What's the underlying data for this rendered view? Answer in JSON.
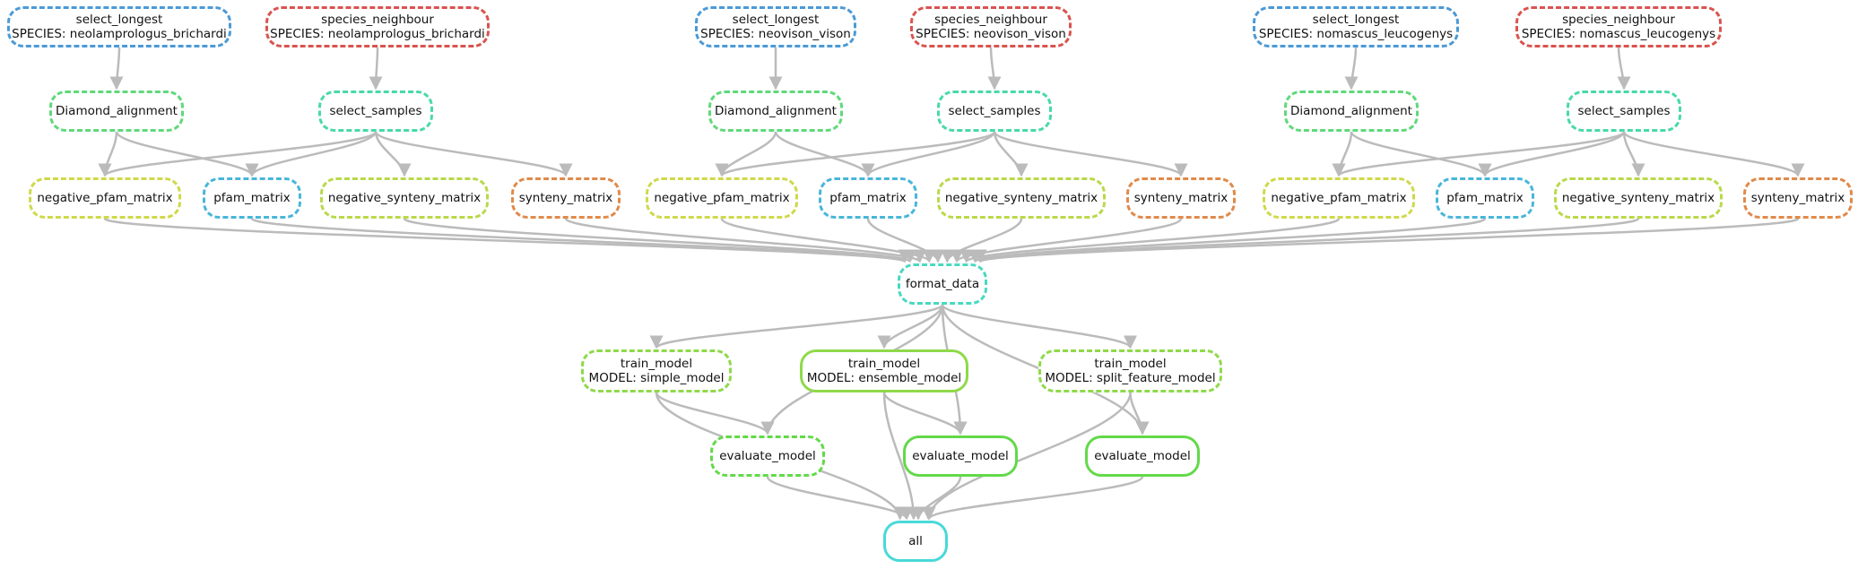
{
  "colors": {
    "select_longest": "#4b9ad6",
    "species_neighbour": "#d9534f",
    "Diamond_alignment": "#5fd97a",
    "select_samples": "#48d9a6",
    "negative_pfam_matrix": "#cfd94a",
    "pfam_matrix": "#48b6d9",
    "negative_synteny_matrix": "#b9d94a",
    "synteny_matrix": "#e08a4a",
    "format_data": "#48d9c0",
    "train_model": "#8fd94a",
    "evaluate_model": "#63d94a",
    "all": "#48d9d9",
    "edge": "#bbbbbb"
  },
  "nodes": [
    {
      "id": "sl1",
      "rule": "select_longest",
      "style": "dashed",
      "line1": "select_longest",
      "line2": "SPECIES: neolamprologus_brichardi"
    },
    {
      "id": "sn1",
      "rule": "species_neighbour",
      "style": "dashed",
      "line1": "species_neighbour",
      "line2": "SPECIES: neolamprologus_brichardi"
    },
    {
      "id": "sl2",
      "rule": "select_longest",
      "style": "dashed",
      "line1": "select_longest",
      "line2": "SPECIES: neovison_vison"
    },
    {
      "id": "sn2",
      "rule": "species_neighbour",
      "style": "dashed",
      "line1": "species_neighbour",
      "line2": "SPECIES: neovison_vison"
    },
    {
      "id": "sl3",
      "rule": "select_longest",
      "style": "dashed",
      "line1": "select_longest",
      "line2": "SPECIES: nomascus_leucogenys"
    },
    {
      "id": "sn3",
      "rule": "species_neighbour",
      "style": "dashed",
      "line1": "species_neighbour",
      "line2": "SPECIES: nomascus_leucogenys"
    },
    {
      "id": "da1",
      "rule": "Diamond_alignment",
      "style": "dashed",
      "line1": "Diamond_alignment",
      "line2": ""
    },
    {
      "id": "ss1",
      "rule": "select_samples",
      "style": "dashed",
      "line1": "select_samples",
      "line2": ""
    },
    {
      "id": "da2",
      "rule": "Diamond_alignment",
      "style": "dashed",
      "line1": "Diamond_alignment",
      "line2": ""
    },
    {
      "id": "ss2",
      "rule": "select_samples",
      "style": "dashed",
      "line1": "select_samples",
      "line2": ""
    },
    {
      "id": "da3",
      "rule": "Diamond_alignment",
      "style": "dashed",
      "line1": "Diamond_alignment",
      "line2": ""
    },
    {
      "id": "ss3",
      "rule": "select_samples",
      "style": "dashed",
      "line1": "select_samples",
      "line2": ""
    },
    {
      "id": "np1",
      "rule": "negative_pfam_matrix",
      "style": "dashed",
      "line1": "negative_pfam_matrix",
      "line2": ""
    },
    {
      "id": "pf1",
      "rule": "pfam_matrix",
      "style": "dashed",
      "line1": "pfam_matrix",
      "line2": ""
    },
    {
      "id": "ns1",
      "rule": "negative_synteny_matrix",
      "style": "dashed",
      "line1": "negative_synteny_matrix",
      "line2": ""
    },
    {
      "id": "sy1",
      "rule": "synteny_matrix",
      "style": "dashed",
      "line1": "synteny_matrix",
      "line2": ""
    },
    {
      "id": "np2",
      "rule": "negative_pfam_matrix",
      "style": "dashed",
      "line1": "negative_pfam_matrix",
      "line2": ""
    },
    {
      "id": "pf2",
      "rule": "pfam_matrix",
      "style": "dashed",
      "line1": "pfam_matrix",
      "line2": ""
    },
    {
      "id": "ns2",
      "rule": "negative_synteny_matrix",
      "style": "dashed",
      "line1": "negative_synteny_matrix",
      "line2": ""
    },
    {
      "id": "sy2",
      "rule": "synteny_matrix",
      "style": "dashed",
      "line1": "synteny_matrix",
      "line2": ""
    },
    {
      "id": "np3",
      "rule": "negative_pfam_matrix",
      "style": "dashed",
      "line1": "negative_pfam_matrix",
      "line2": ""
    },
    {
      "id": "pf3",
      "rule": "pfam_matrix",
      "style": "dashed",
      "line1": "pfam_matrix",
      "line2": ""
    },
    {
      "id": "ns3",
      "rule": "negative_synteny_matrix",
      "style": "dashed",
      "line1": "negative_synteny_matrix",
      "line2": ""
    },
    {
      "id": "sy3",
      "rule": "synteny_matrix",
      "style": "dashed",
      "line1": "synteny_matrix",
      "line2": ""
    },
    {
      "id": "fd",
      "rule": "format_data",
      "style": "dashed",
      "line1": "format_data",
      "line2": ""
    },
    {
      "id": "tm1",
      "rule": "train_model",
      "style": "dashed",
      "line1": "train_model",
      "line2": "MODEL: simple_model"
    },
    {
      "id": "tm2",
      "rule": "train_model",
      "style": "solid",
      "line1": "train_model",
      "line2": "MODEL: ensemble_model"
    },
    {
      "id": "tm3",
      "rule": "train_model",
      "style": "dashed",
      "line1": "train_model",
      "line2": "MODEL: split_feature_model"
    },
    {
      "id": "ev1",
      "rule": "evaluate_model",
      "style": "dashed",
      "line1": "evaluate_model",
      "line2": ""
    },
    {
      "id": "ev2",
      "rule": "evaluate_model",
      "style": "solid",
      "line1": "evaluate_model",
      "line2": ""
    },
    {
      "id": "ev3",
      "rule": "evaluate_model",
      "style": "solid",
      "line1": "evaluate_model",
      "line2": ""
    },
    {
      "id": "all",
      "rule": "all",
      "style": "solid",
      "line1": "all",
      "line2": ""
    }
  ],
  "edges": [
    [
      "sl1",
      "da1"
    ],
    [
      "sn1",
      "ss1"
    ],
    [
      "sl2",
      "da2"
    ],
    [
      "sn2",
      "ss2"
    ],
    [
      "sl3",
      "da3"
    ],
    [
      "sn3",
      "ss3"
    ],
    [
      "da1",
      "np1"
    ],
    [
      "da1",
      "pf1"
    ],
    [
      "ss1",
      "np1"
    ],
    [
      "ss1",
      "pf1"
    ],
    [
      "ss1",
      "ns1"
    ],
    [
      "ss1",
      "sy1"
    ],
    [
      "da2",
      "np2"
    ],
    [
      "da2",
      "pf2"
    ],
    [
      "ss2",
      "np2"
    ],
    [
      "ss2",
      "pf2"
    ],
    [
      "ss2",
      "ns2"
    ],
    [
      "ss2",
      "sy2"
    ],
    [
      "da3",
      "np3"
    ],
    [
      "da3",
      "pf3"
    ],
    [
      "ss3",
      "np3"
    ],
    [
      "ss3",
      "pf3"
    ],
    [
      "ss3",
      "ns3"
    ],
    [
      "ss3",
      "sy3"
    ],
    [
      "np1",
      "fd"
    ],
    [
      "pf1",
      "fd"
    ],
    [
      "ns1",
      "fd"
    ],
    [
      "sy1",
      "fd"
    ],
    [
      "np2",
      "fd"
    ],
    [
      "pf2",
      "fd"
    ],
    [
      "ns2",
      "fd"
    ],
    [
      "sy2",
      "fd"
    ],
    [
      "np3",
      "fd"
    ],
    [
      "pf3",
      "fd"
    ],
    [
      "ns3",
      "fd"
    ],
    [
      "sy3",
      "fd"
    ],
    [
      "fd",
      "tm1"
    ],
    [
      "fd",
      "tm2"
    ],
    [
      "fd",
      "tm3"
    ],
    [
      "fd",
      "ev1"
    ],
    [
      "fd",
      "ev2"
    ],
    [
      "fd",
      "ev3"
    ],
    [
      "tm1",
      "ev1"
    ],
    [
      "tm2",
      "ev2"
    ],
    [
      "tm3",
      "ev3"
    ],
    [
      "tm1",
      "all"
    ],
    [
      "tm2",
      "all"
    ],
    [
      "tm3",
      "all"
    ],
    [
      "ev1",
      "all"
    ],
    [
      "ev2",
      "all"
    ],
    [
      "ev3",
      "all"
    ]
  ]
}
